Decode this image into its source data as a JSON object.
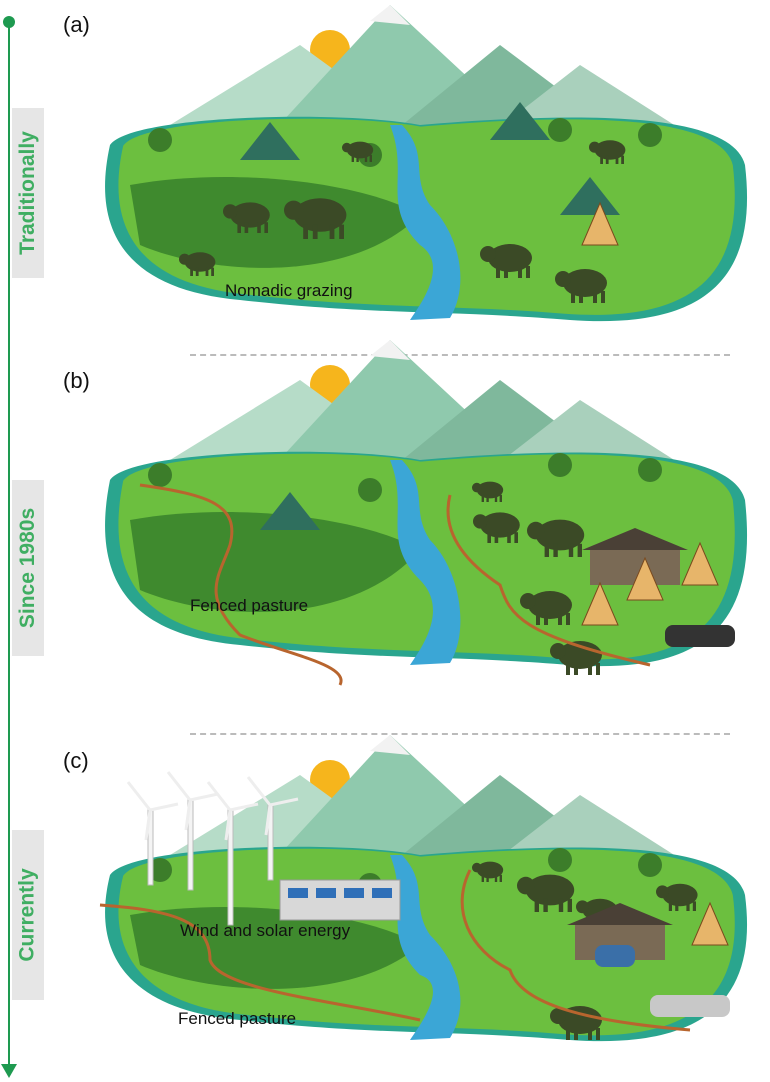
{
  "timeline": {
    "eras": [
      "Traditionally",
      "Since 1980s",
      "Currently"
    ]
  },
  "panels": [
    {
      "letter": "(a)",
      "captions": [
        "Nomadic grazing"
      ]
    },
    {
      "letter": "(b)",
      "captions": [
        "Fenced pasture"
      ]
    },
    {
      "letter": "(c)",
      "captions": [
        "Wind and solar energy",
        "Fenced pasture"
      ]
    }
  ],
  "colors": {
    "timeline": "#1e9a50",
    "era_text": "#3fae62",
    "era_bg": "#e6e6e6",
    "island_rim": "#2aa58e",
    "grass": "#6cbf3f",
    "dark_grass": "#3f8a2e",
    "mountain": "#8fc9ad",
    "river": "#3ba6d6",
    "sun": "#f6b51c",
    "fence": "#b8652e",
    "yak": "#3b4a26"
  }
}
